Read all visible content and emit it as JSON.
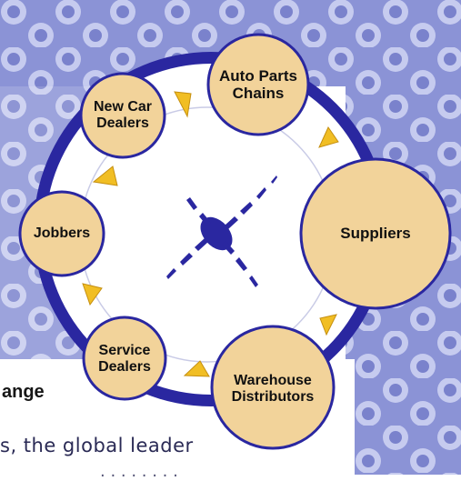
{
  "diagram": {
    "nodes": [
      {
        "id": "auto-parts-chains",
        "label": "Auto Parts\nChains"
      },
      {
        "id": "new-car-dealers",
        "label": "New Car\nDealers"
      },
      {
        "id": "jobbers",
        "label": "Jobbers"
      },
      {
        "id": "suppliers",
        "label": "Suppliers"
      },
      {
        "id": "service-dealers",
        "label": "Service\nDealers"
      },
      {
        "id": "warehouse-distributors",
        "label": "Warehouse\nDistributors"
      }
    ],
    "fragments": {
      "heading": "ange",
      "body_line": "s, the global leader",
      "body_line2": ". . . . . . . ."
    },
    "colors": {
      "node_fill": "#f2d39a",
      "ring": "#2a27a0",
      "arrow": "#f1be24",
      "background_hex": "#9aa3dc"
    }
  }
}
